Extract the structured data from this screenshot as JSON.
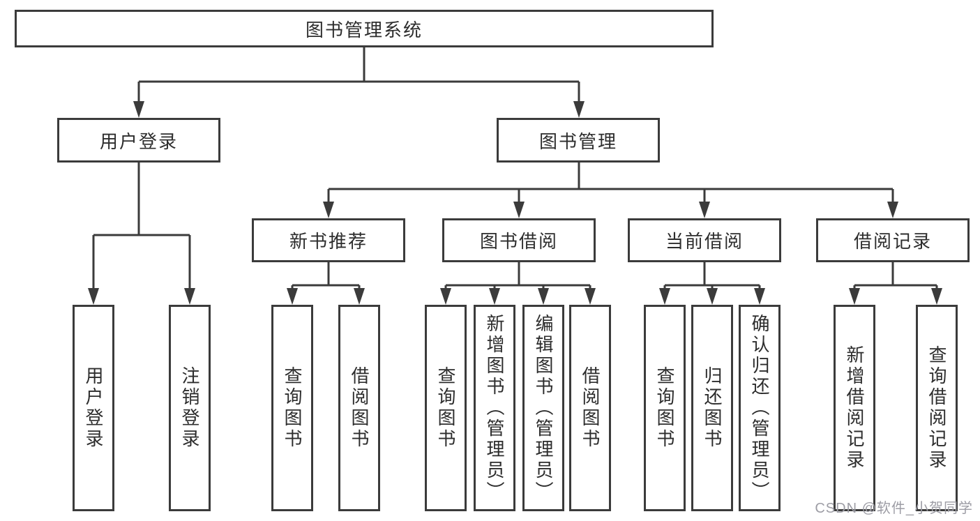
{
  "tree": {
    "root": {
      "label": "图书管理系统"
    },
    "level2": [
      {
        "label": "用户登录"
      },
      {
        "label": "图书管理"
      }
    ],
    "level3": [
      {
        "label": "新书推荐"
      },
      {
        "label": "图书借阅"
      },
      {
        "label": "当前借阅"
      },
      {
        "label": "借阅记录"
      }
    ],
    "leaves": {
      "user_login": [
        {
          "label": "用户登录"
        },
        {
          "label": "注销登录"
        }
      ],
      "new_book_recommend": [
        {
          "label": "查询图书"
        },
        {
          "label": "借阅图书"
        }
      ],
      "book_borrow": [
        {
          "label": "查询图书"
        },
        {
          "label": "新增图书（管理员）"
        },
        {
          "label": "编辑图书（管理员）"
        },
        {
          "label": "借阅图书"
        }
      ],
      "current_borrow": [
        {
          "label": "查询图书"
        },
        {
          "label": "归还图书"
        },
        {
          "label": "确认归还（管理员）"
        }
      ],
      "borrow_records": [
        {
          "label": "新增借阅记录"
        },
        {
          "label": "查询借阅记录"
        }
      ]
    }
  },
  "watermark": "CSDN @软件_小贺同学",
  "colors": {
    "line": "#3b3b3b",
    "text": "#2d2d2d",
    "background": "#ffffff",
    "watermark": "#9d9da5"
  }
}
